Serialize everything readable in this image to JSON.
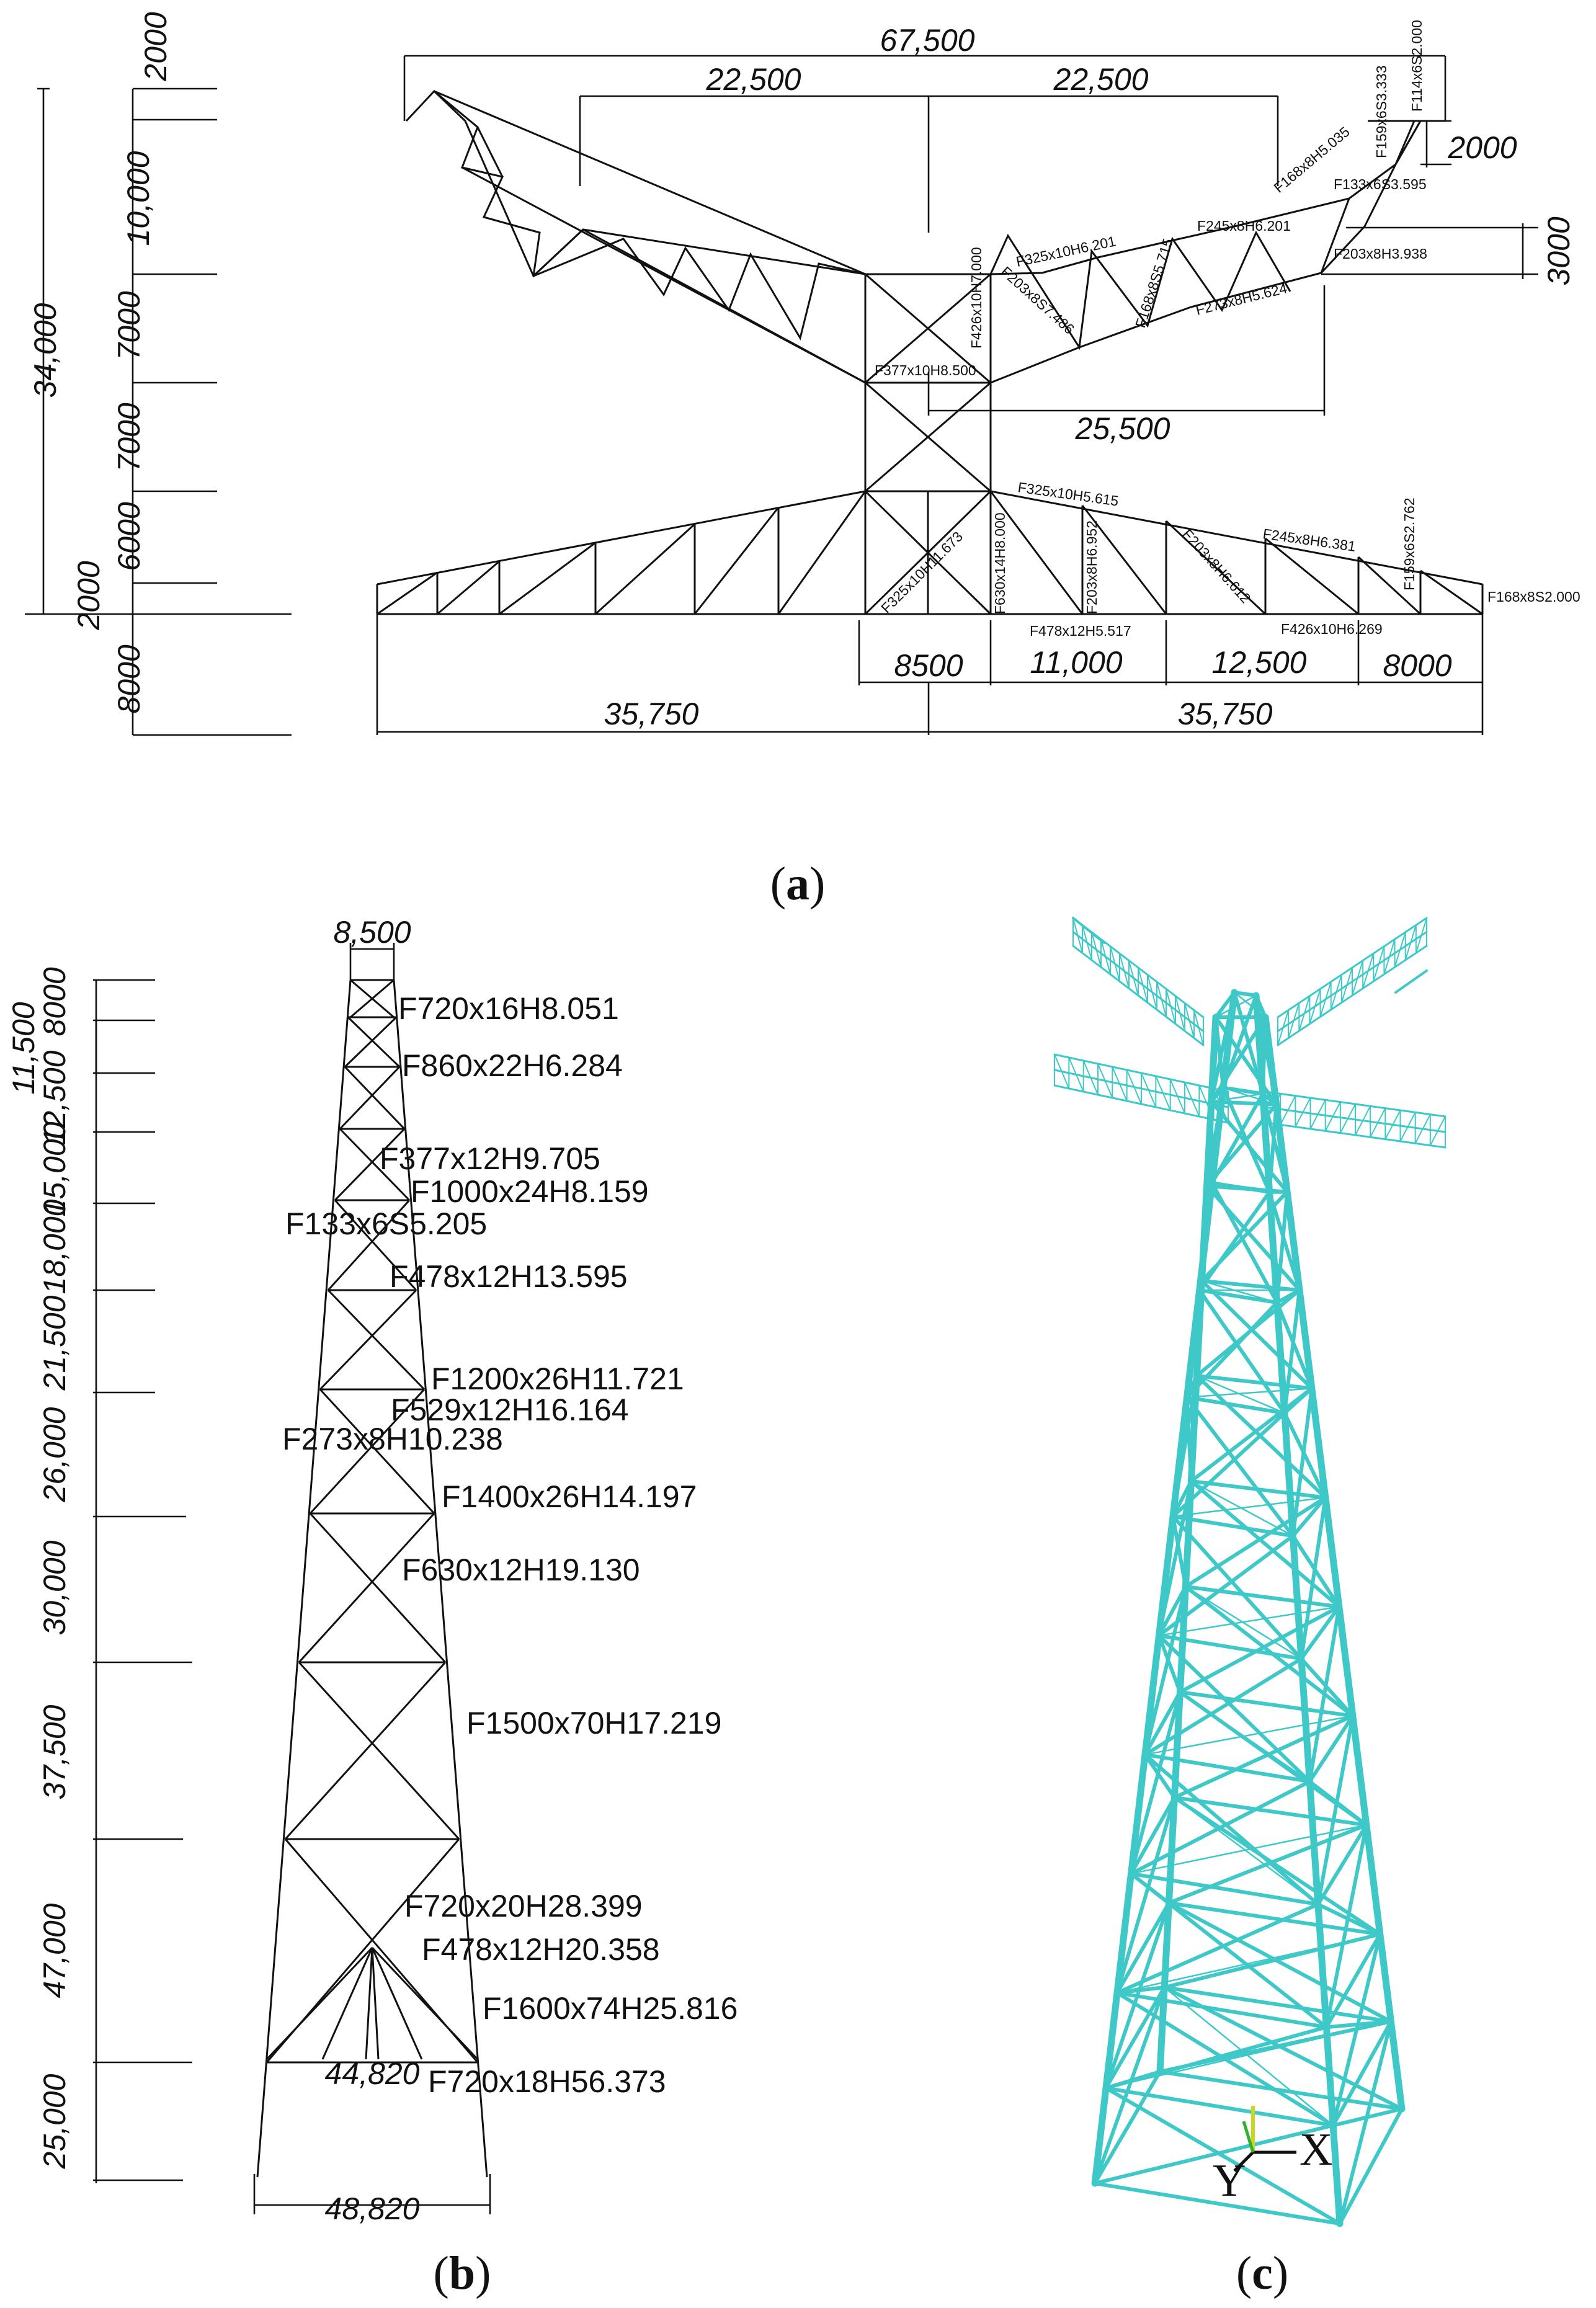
{
  "panel_a": {
    "caption_open": "(",
    "caption_letter": "a",
    "caption_close": ")",
    "dims": {
      "overall_width": "67,500",
      "upper_left": "22,500",
      "upper_right": "22,500",
      "arm_2000": "2000",
      "rise_3000": "3000",
      "inner_25500": "25,500",
      "span_8500": "8500",
      "span_11000": "11,000",
      "span_12500": "12,500",
      "span_8000": "8000",
      "base_left": "35,750",
      "base_right": "35,750",
      "v_total": "34,000",
      "v_2000_top": "2000",
      "v_10000": "10,000",
      "v_7000_a": "7000",
      "v_7000_b": "7000",
      "v_6000": "6000",
      "v_2000_bottom": "2000",
      "v_8000": "8000"
    },
    "members": {
      "m01": "F114x6S2.000",
      "m02": "F159x6S3.333",
      "m03": "F133x6S3.595",
      "m04": "F168x8H5.035",
      "m05": "F245x8H6.201",
      "m06": "F325x10H6.201",
      "m07": "F168x8S5.715",
      "m08": "F203x8S7.486",
      "m09": "F273x8H5.624",
      "m10": "F203x8H3.938",
      "m11": "F426x10H7.000",
      "m12": "F377x10H8.500",
      "m13": "F325x10H5.615",
      "m14": "F245x8H6.381",
      "m15": "F159x6S2.762",
      "m16": "F168x8S2.000",
      "m17": "F203x8H6.612",
      "m18": "F203x8H6.952",
      "m19": "F630x14H8.000",
      "m20": "F325x10H11.673",
      "m21": "F478x12H5.517",
      "m22": "F426x10H6.269"
    }
  },
  "panel_b": {
    "caption_open": "(",
    "caption_letter": "b",
    "caption_close": ")",
    "dims": {
      "top_width": "8,500",
      "mid_width": "44,820",
      "bottom_width": "48,820",
      "h_11500": "11,500",
      "h_8000": "8000",
      "h_12500": "12,500",
      "h_15000": "15,000",
      "h_18000": "18,000",
      "h_21500": "21,500",
      "h_26000": "26,000",
      "h_30000": "30,000",
      "h_37500": "37,500",
      "h_47000": "47,000",
      "h_25000": "25,000"
    },
    "members": {
      "b01": "F720x16H8.051",
      "b02": "F860x22H6.284",
      "b03": "F377x12H9.705",
      "b04": "F1000x24H8.159",
      "b05": "F133x6S5.205",
      "b06": "F478x12H13.595",
      "b07": "F1200x26H11.721",
      "b08": "F529x12H16.164",
      "b09": "F273x8H10.238",
      "b10": "F1400x26H14.197",
      "b11": "F630x12H19.130",
      "b12": "F1500x70H17.219",
      "b13": "F720x20H28.399",
      "b14": "F478x12H20.358",
      "b15": "F1600x74H25.816",
      "b16": "F720x18H56.373"
    }
  },
  "panel_c": {
    "caption_open": "(",
    "caption_letter": "c",
    "caption_close": ")",
    "axis_y": "Y",
    "axis_x": "X",
    "model_color": "#3fc8c8"
  }
}
